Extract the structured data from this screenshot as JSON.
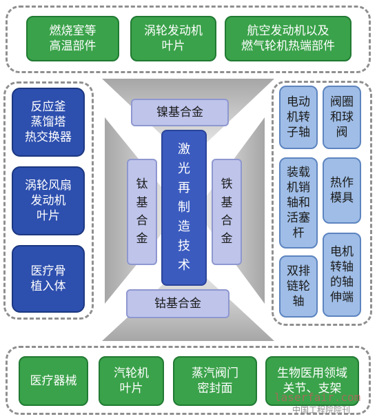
{
  "top": {
    "items": [
      "燃烧室等\n高温部件",
      "涡轮发动机\n叶片",
      "航空发动机以及\n燃气轮机热端部件"
    ]
  },
  "left": {
    "items": [
      "反应釜\n蒸馏塔\n热交换器",
      "涡轮风扇\n发动机\n叶片",
      "医疗骨\n植入体"
    ]
  },
  "right": {
    "items": [
      "电动\n机转\n子轴",
      "阀圈\n和球\n阀",
      "装载\n机销\n轴和\n活塞\n杆",
      "热作\n模具",
      "双排\n链轮\n轴",
      "电机\n转轴\n的轴\n伸端"
    ]
  },
  "bottom": {
    "items": [
      "医疗器械",
      "汽轮机\n叶片",
      "蒸汽阀门\n密封面",
      "生物医用领域\n关节、支架"
    ]
  },
  "center": {
    "nickel": "镍基合金",
    "titanium": "钛\n基\n合\n金",
    "core": "激\n光\n再\n制\n造\n技\n术",
    "iron": "铁\n基\n合\n金",
    "cobalt": "钴基合金"
  },
  "colors": {
    "green": "#3aa24a",
    "navy": "#2d4fae",
    "sky": "#9fbde6",
    "lavender": "#bec4ea",
    "royal": "#3b5bbf",
    "arrow": "#c9c9c9"
  },
  "watermark": {
    "site": "laserfair.com",
    "source": "中国工程院院刊"
  }
}
